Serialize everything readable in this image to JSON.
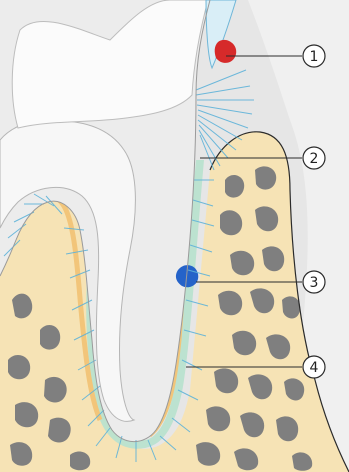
{
  "diagram": {
    "callouts": [
      {
        "label": "1"
      },
      {
        "label": "2"
      },
      {
        "label": "3"
      },
      {
        "label": "4"
      }
    ]
  },
  "colors": {
    "background": "#ffffff",
    "soft_tissue": "#e6e6e6",
    "dentin": "#ececec",
    "pulp": "#f7f7f7",
    "bone": "#f6e3b5",
    "bone_cavity": "#7f7f7f",
    "periodontal_ligament": "#b9e2cf",
    "fibers": "#5fb3d9",
    "cementum": "#f2c57a",
    "calculus_red": "#d62a2a",
    "accent_blue": "#2563c9"
  }
}
